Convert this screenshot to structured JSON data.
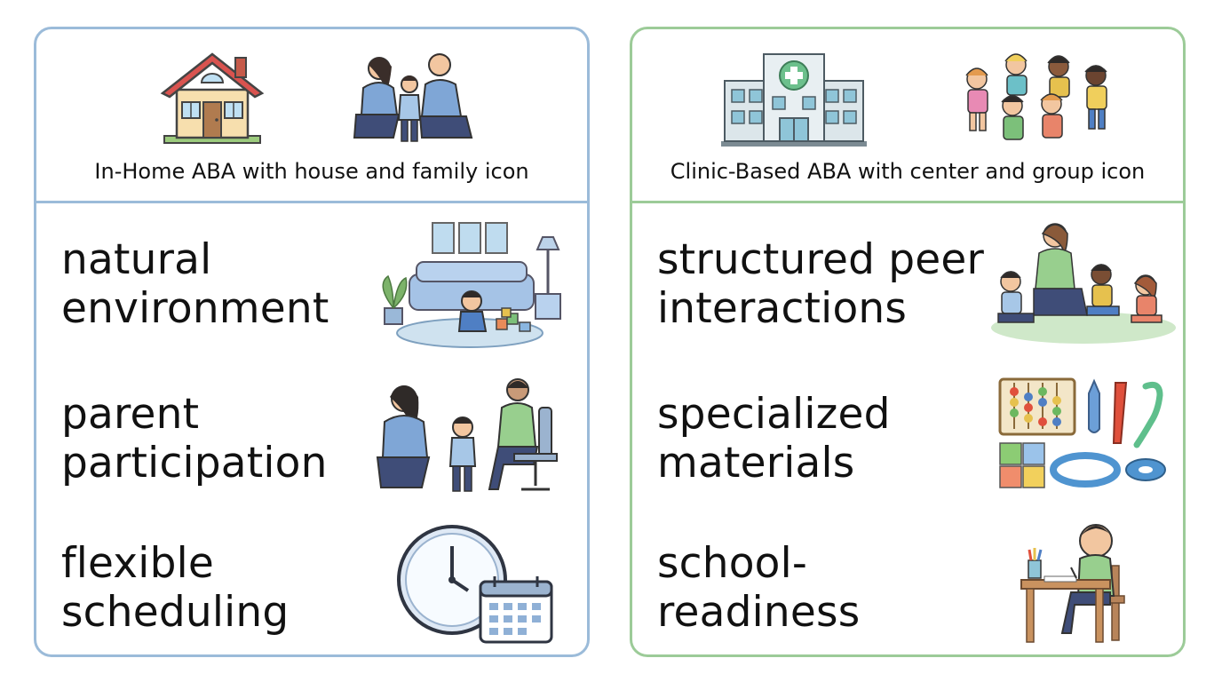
{
  "panels": {
    "in_home": {
      "caption": "In-Home ABA with house and family icon",
      "header_icons": [
        "house-icon",
        "family-icon"
      ],
      "border_color": "#9bbbd9",
      "items": [
        {
          "text": "natural\nenvironment",
          "icon": "living-room-play-icon"
        },
        {
          "text": "parent\nparticipation",
          "icon": "parent-therapist-child-icon"
        },
        {
          "text": "flexible\nscheduling",
          "icon": "clock-calendar-icon"
        }
      ]
    },
    "clinic": {
      "caption": "Clinic-Based ABA with center and group icon",
      "header_icons": [
        "clinic-building-icon",
        "children-group-icon"
      ],
      "border_color": "#9ccb98",
      "items": [
        {
          "text": "structured peer\ninteractions",
          "icon": "peer-group-icon"
        },
        {
          "text": "specialized\nmaterials",
          "icon": "learning-materials-icon"
        },
        {
          "text": "school-\nreadiness",
          "icon": "child-at-desk-icon"
        }
      ]
    }
  }
}
